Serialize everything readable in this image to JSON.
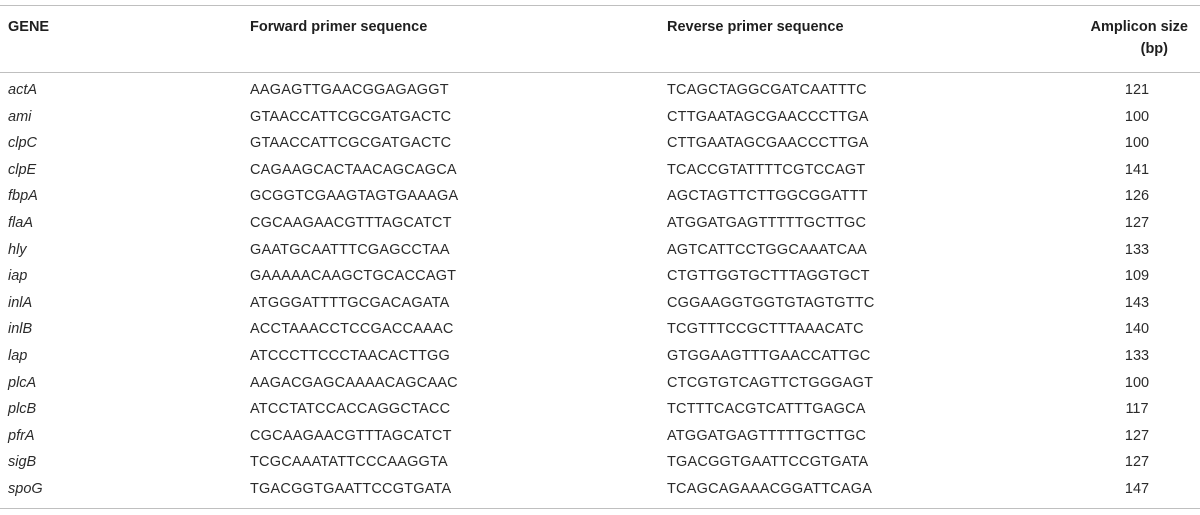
{
  "table": {
    "headers": {
      "gene": "GENE",
      "forward": "Forward primer sequence",
      "reverse": "Reverse primer sequence",
      "size_line1": "Amplicon size",
      "size_line2": "(bp)"
    },
    "rows": [
      {
        "gene": "actA",
        "forward": "AAGAGTTGAACGGAGAGGT",
        "reverse": "TCAGCTAGGCGATCAATTTC",
        "size": "121"
      },
      {
        "gene": "ami",
        "forward": "GTAACCATTCGCGATGACTC",
        "reverse": "CTTGAATAGCGAACCCTTGA",
        "size": "100"
      },
      {
        "gene": "clpC",
        "forward": "GTAACCATTCGCGATGACTC",
        "reverse": "CTTGAATAGCGAACCCTTGA",
        "size": "100"
      },
      {
        "gene": "clpE",
        "forward": "CAGAAGCACTAACAGCAGCA",
        "reverse": "TCACCGTATTTTCGTCCAGT",
        "size": "141"
      },
      {
        "gene": "fbpA",
        "forward": "GCGGTCGAAGTAGTGAAAGA",
        "reverse": "AGCTAGTTCTTGGCGGATTT",
        "size": "126"
      },
      {
        "gene": "flaA",
        "forward": "CGCAAGAACGTTTAGCATCT",
        "reverse": "ATGGATGAGTTTTTGCTTGC",
        "size": "127"
      },
      {
        "gene": "hly",
        "forward": "GAATGCAATTTCGAGCCTAA",
        "reverse": "AGTCATTCCTGGCAAATCAA",
        "size": "133"
      },
      {
        "gene": "iap",
        "forward": "GAAAAACAAGCTGCACCAGT",
        "reverse": "CTGTTGGTGCTTTAGGTGCT",
        "size": "109"
      },
      {
        "gene": "inlA",
        "forward": "ATGGGATTTTGCGACAGATA",
        "reverse": "CGGAAGGTGGTGTAGTGTTC",
        "size": "143"
      },
      {
        "gene": "inlB",
        "forward": "ACCTAAACCTCCGACCAAAC",
        "reverse": "TCGTTTCCGCTTTAAACATC",
        "size": "140"
      },
      {
        "gene": "lap",
        "forward": "ATCCCTTCCCTAACACTTGG",
        "reverse": "GTGGAAGTTTGAACCATTGC",
        "size": "133"
      },
      {
        "gene": "plcA",
        "forward": "AAGACGAGCAAAACAGCAAC",
        "reverse": "CTCGTGTCAGTTCTGGGAGT",
        "size": "100"
      },
      {
        "gene": "plcB",
        "forward": "ATCCTATCCACCAGGCTACC",
        "reverse": "TCTTTCACGTCATTTGAGCA",
        "size": "117"
      },
      {
        "gene": "pfrA",
        "forward": "CGCAAGAACGTTTAGCATCT",
        "reverse": "ATGGATGAGTTTTTGCTTGC",
        "size": "127"
      },
      {
        "gene": "sigB",
        "forward": "TCGCAAATATTCCCAAGGTA",
        "reverse": "TGACGGTGAATTCCGTGATA",
        "size": "127"
      },
      {
        "gene": "spoG",
        "forward": "TGACGGTGAATTCCGTGATA",
        "reverse": "TCAGCAGAAACGGATTCAGA",
        "size": "147"
      }
    ]
  }
}
